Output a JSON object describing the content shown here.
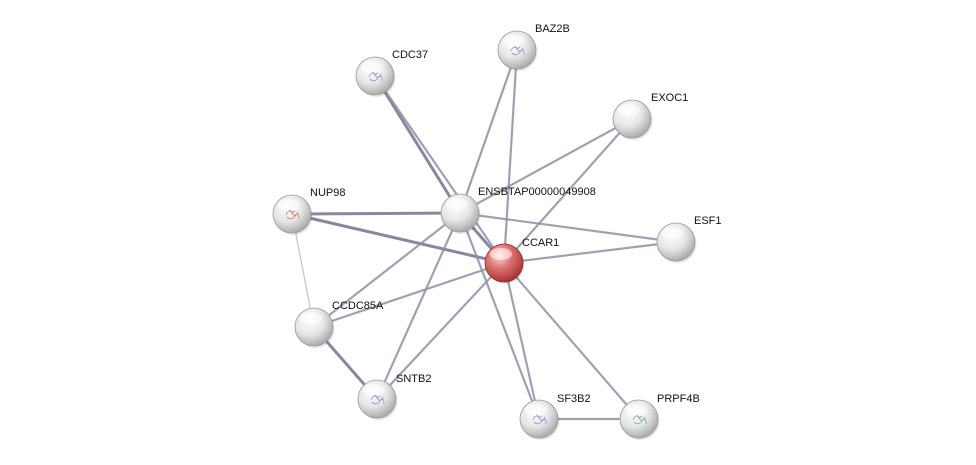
{
  "nodes": [
    {
      "id": "CCAR1",
      "label": "CCAR1",
      "query": true,
      "structure": false
    },
    {
      "id": "ENSBTAP00000049908",
      "label": "ENSBTAP00000049908",
      "query": false,
      "structure": false
    },
    {
      "id": "BAZ2B",
      "label": "BAZ2B",
      "query": false,
      "structure": true
    },
    {
      "id": "CDC37",
      "label": "CDC37",
      "query": false,
      "structure": true
    },
    {
      "id": "EXOC1",
      "label": "EXOC1",
      "query": false,
      "structure": false
    },
    {
      "id": "NUP98",
      "label": "NUP98",
      "query": false,
      "structure": true
    },
    {
      "id": "ESF1",
      "label": "ESF1",
      "query": false,
      "structure": false
    },
    {
      "id": "CCDC85A",
      "label": "CCDC85A",
      "query": false,
      "structure": false
    },
    {
      "id": "SNTB2",
      "label": "SNTB2",
      "query": false,
      "structure": true
    },
    {
      "id": "SF3B2",
      "label": "SF3B2",
      "query": false,
      "structure": true
    },
    {
      "id": "PRPF4B",
      "label": "PRPF4B",
      "query": false,
      "structure": true
    }
  ],
  "edges": [
    {
      "source": "CDC37",
      "target": "ENSBTAP00000049908",
      "strength": "strong"
    },
    {
      "source": "CDC37",
      "target": "CCAR1",
      "strength": "medium"
    },
    {
      "source": "BAZ2B",
      "target": "ENSBTAP00000049908",
      "strength": "medium"
    },
    {
      "source": "BAZ2B",
      "target": "CCAR1",
      "strength": "medium"
    },
    {
      "source": "EXOC1",
      "target": "ENSBTAP00000049908",
      "strength": "medium"
    },
    {
      "source": "EXOC1",
      "target": "CCAR1",
      "strength": "medium"
    },
    {
      "source": "NUP98",
      "target": "ENSBTAP00000049908",
      "strength": "strong"
    },
    {
      "source": "NUP98",
      "target": "CCAR1",
      "strength": "strong"
    },
    {
      "source": "NUP98",
      "target": "CCDC85A",
      "strength": "weak"
    },
    {
      "source": "ENSBTAP00000049908",
      "target": "CCAR1",
      "strength": "strong"
    },
    {
      "source": "ENSBTAP00000049908",
      "target": "ESF1",
      "strength": "medium"
    },
    {
      "source": "ENSBTAP00000049908",
      "target": "CCDC85A",
      "strength": "medium"
    },
    {
      "source": "ENSBTAP00000049908",
      "target": "SNTB2",
      "strength": "medium"
    },
    {
      "source": "ENSBTAP00000049908",
      "target": "SF3B2",
      "strength": "medium"
    },
    {
      "source": "CCAR1",
      "target": "ESF1",
      "strength": "medium"
    },
    {
      "source": "CCAR1",
      "target": "CCDC85A",
      "strength": "medium"
    },
    {
      "source": "CCAR1",
      "target": "SNTB2",
      "strength": "medium"
    },
    {
      "source": "CCAR1",
      "target": "SF3B2",
      "strength": "medium"
    },
    {
      "source": "CCAR1",
      "target": "PRPF4B",
      "strength": "medium"
    },
    {
      "source": "CCDC85A",
      "target": "SNTB2",
      "strength": "strong"
    },
    {
      "source": "SF3B2",
      "target": "PRPF4B",
      "strength": "medium"
    }
  ]
}
